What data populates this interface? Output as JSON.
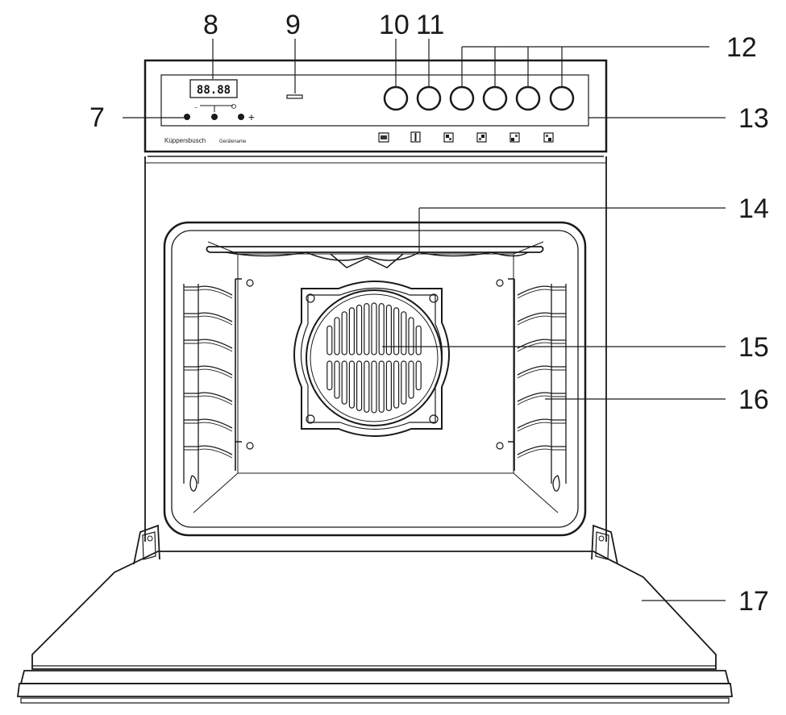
{
  "callouts": [
    {
      "id": "7",
      "label": "7"
    },
    {
      "id": "8",
      "label": "8"
    },
    {
      "id": "9",
      "label": "9"
    },
    {
      "id": "10",
      "label": "10"
    },
    {
      "id": "11",
      "label": "11"
    },
    {
      "id": "12",
      "label": "12"
    },
    {
      "id": "13",
      "label": "13"
    },
    {
      "id": "14",
      "label": "14"
    },
    {
      "id": "15",
      "label": "15"
    },
    {
      "id": "16",
      "label": "16"
    },
    {
      "id": "17",
      "label": "17"
    }
  ],
  "panel": {
    "display_text": "88.88",
    "brand": "Küppersbusch",
    "model": "Gerätename",
    "minus_symbol": "−",
    "plus_symbol": "+"
  },
  "colors": {
    "line": "#1a1a1a",
    "background": "#ffffff"
  }
}
